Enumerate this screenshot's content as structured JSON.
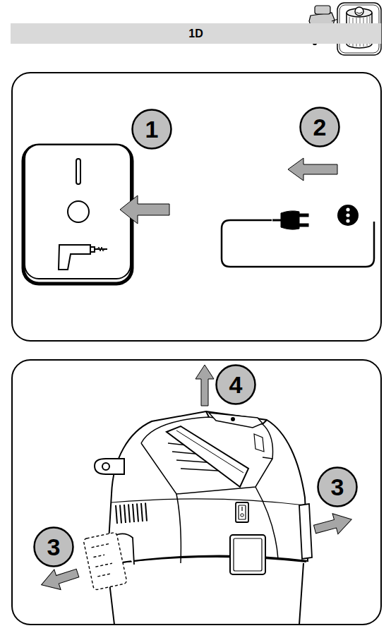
{
  "diagram": {
    "nodes": [
      {
        "text": [
          "1D"
        ]
      },
      {
        "text": [
          "1"
        ]
      },
      {
        "text": [
          "2"
        ]
      },
      {
        "text": [
          "4"
        ]
      },
      {
        "text": [
          "3"
        ]
      },
      {
        "text": [
          "3"
        ]
      }
    ]
  }
}
